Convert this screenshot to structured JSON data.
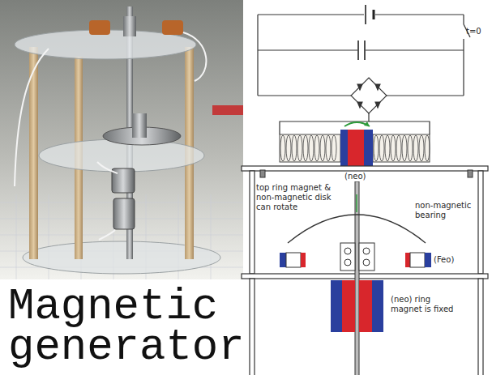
{
  "diagram": {
    "title": "Magnetic generator",
    "labels": [
      "t=0",
      "(neo)",
      "top ring magnet & non-magnetic disk can rotate",
      "non-magnetic bearing",
      "(Feo)",
      "(neo) ring magnet is fixed"
    ]
  }
}
